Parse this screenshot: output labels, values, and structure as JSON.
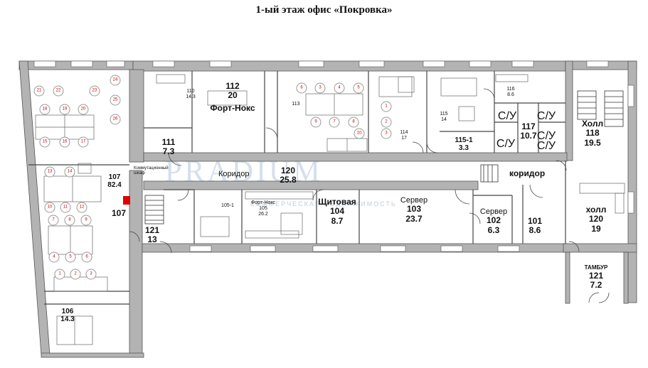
{
  "title": "1-ый этаж офис «Покровка»",
  "watermark": {
    "brand": "PRADIUM",
    "tagline": "КОММЕРЧЕСКАЯ НЕДВИЖИМОСТЬ"
  },
  "switch_cabinet_label": "Коммутационный шкаф",
  "corridors": [
    "Коридор",
    "коридор"
  ],
  "rooms": [
    {
      "name": "",
      "number": "107",
      "area": "82.4"
    },
    {
      "name": "",
      "number": "107",
      "area": ""
    },
    {
      "name": "",
      "number": "106",
      "area": "14.3"
    },
    {
      "name": "",
      "number": "110",
      "area": "14.3"
    },
    {
      "name": "Форт-Нокс",
      "number": "112",
      "area": "20"
    },
    {
      "name": "",
      "number": "111",
      "area": "7.3"
    },
    {
      "name": "",
      "number": "113",
      "area": ""
    },
    {
      "name": "",
      "number": "114",
      "area": "17"
    },
    {
      "name": "",
      "number": "115",
      "area": "14"
    },
    {
      "name": "",
      "number": "116",
      "area": "8.6"
    },
    {
      "name": "",
      "number": "115-1",
      "area": "3.3"
    },
    {
      "name": "",
      "number": "117",
      "area": "10.7"
    },
    {
      "name": "Холл",
      "number": "118",
      "area": "19.5"
    },
    {
      "name": "",
      "number": "120",
      "area": "25.8"
    },
    {
      "name": "",
      "number": "121",
      "area": "13"
    },
    {
      "name": "",
      "number": "105-1",
      "area": ""
    },
    {
      "name": "Форт-Нокс",
      "number": "105",
      "area": "26.2"
    },
    {
      "name": "Щитовая",
      "number": "104",
      "area": "8.7"
    },
    {
      "name": "Сервер",
      "number": "103",
      "area": "23.7"
    },
    {
      "name": "Сервер",
      "number": "102",
      "area": "6.3"
    },
    {
      "name": "",
      "number": "101",
      "area": "8.6"
    },
    {
      "name": "холл",
      "number": "120",
      "area": "19"
    },
    {
      "name": "ТАМБУР",
      "number": "121",
      "area": "7.2"
    }
  ],
  "wc_labels": [
    "С/У",
    "С/У",
    "С/У",
    "С/У",
    "С/У"
  ],
  "seats": [
    "21",
    "22",
    "23",
    "24",
    "25",
    "26",
    "18",
    "19",
    "20",
    "15",
    "16",
    "17",
    "13",
    "14",
    "10",
    "11",
    "12",
    "7",
    "8",
    "9",
    "4",
    "5",
    "6",
    "1",
    "2",
    "3",
    "3",
    "4",
    "5",
    "6",
    "7",
    "8",
    "9",
    "10",
    "1",
    "2",
    "3"
  ],
  "colors": {
    "wall": "#b3b3b3",
    "wall_edge": "#555555",
    "accent_red": "#e00000",
    "seat_red": "#cc0000",
    "watermark": "#466eaa"
  }
}
